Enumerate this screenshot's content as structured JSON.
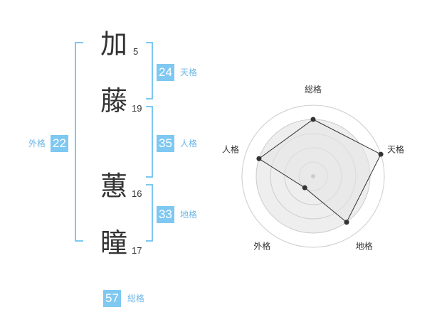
{
  "name": {
    "chars": [
      {
        "char": "加",
        "strokes": "5"
      },
      {
        "char": "藤",
        "strokes": "19"
      },
      {
        "char": "蕙",
        "strokes": "16"
      },
      {
        "char": "瞳",
        "strokes": "17"
      }
    ]
  },
  "fortunes": {
    "tenkaku": {
      "value": "24",
      "label": "天格"
    },
    "jinkaku": {
      "value": "35",
      "label": "人格"
    },
    "chikaku": {
      "value": "33",
      "label": "地格"
    },
    "gaikaku": {
      "value": "22",
      "label": "外格"
    },
    "soukaku": {
      "value": "57",
      "label": "総格"
    }
  },
  "colors": {
    "accent": "#7ec8f2",
    "bracket": "#7ec8f2",
    "label": "#6bb6e6",
    "text": "#333333",
    "radar_fill": "#eeeeee",
    "radar_line": "#333333",
    "ring": "#cccccc"
  },
  "chart_data": {
    "type": "radar",
    "axes": [
      "総格",
      "天格",
      "地格",
      "外格",
      "人格"
    ],
    "values": [
      4,
      5,
      4,
      1,
      4
    ],
    "range": [
      0,
      5
    ],
    "rings": 5
  }
}
